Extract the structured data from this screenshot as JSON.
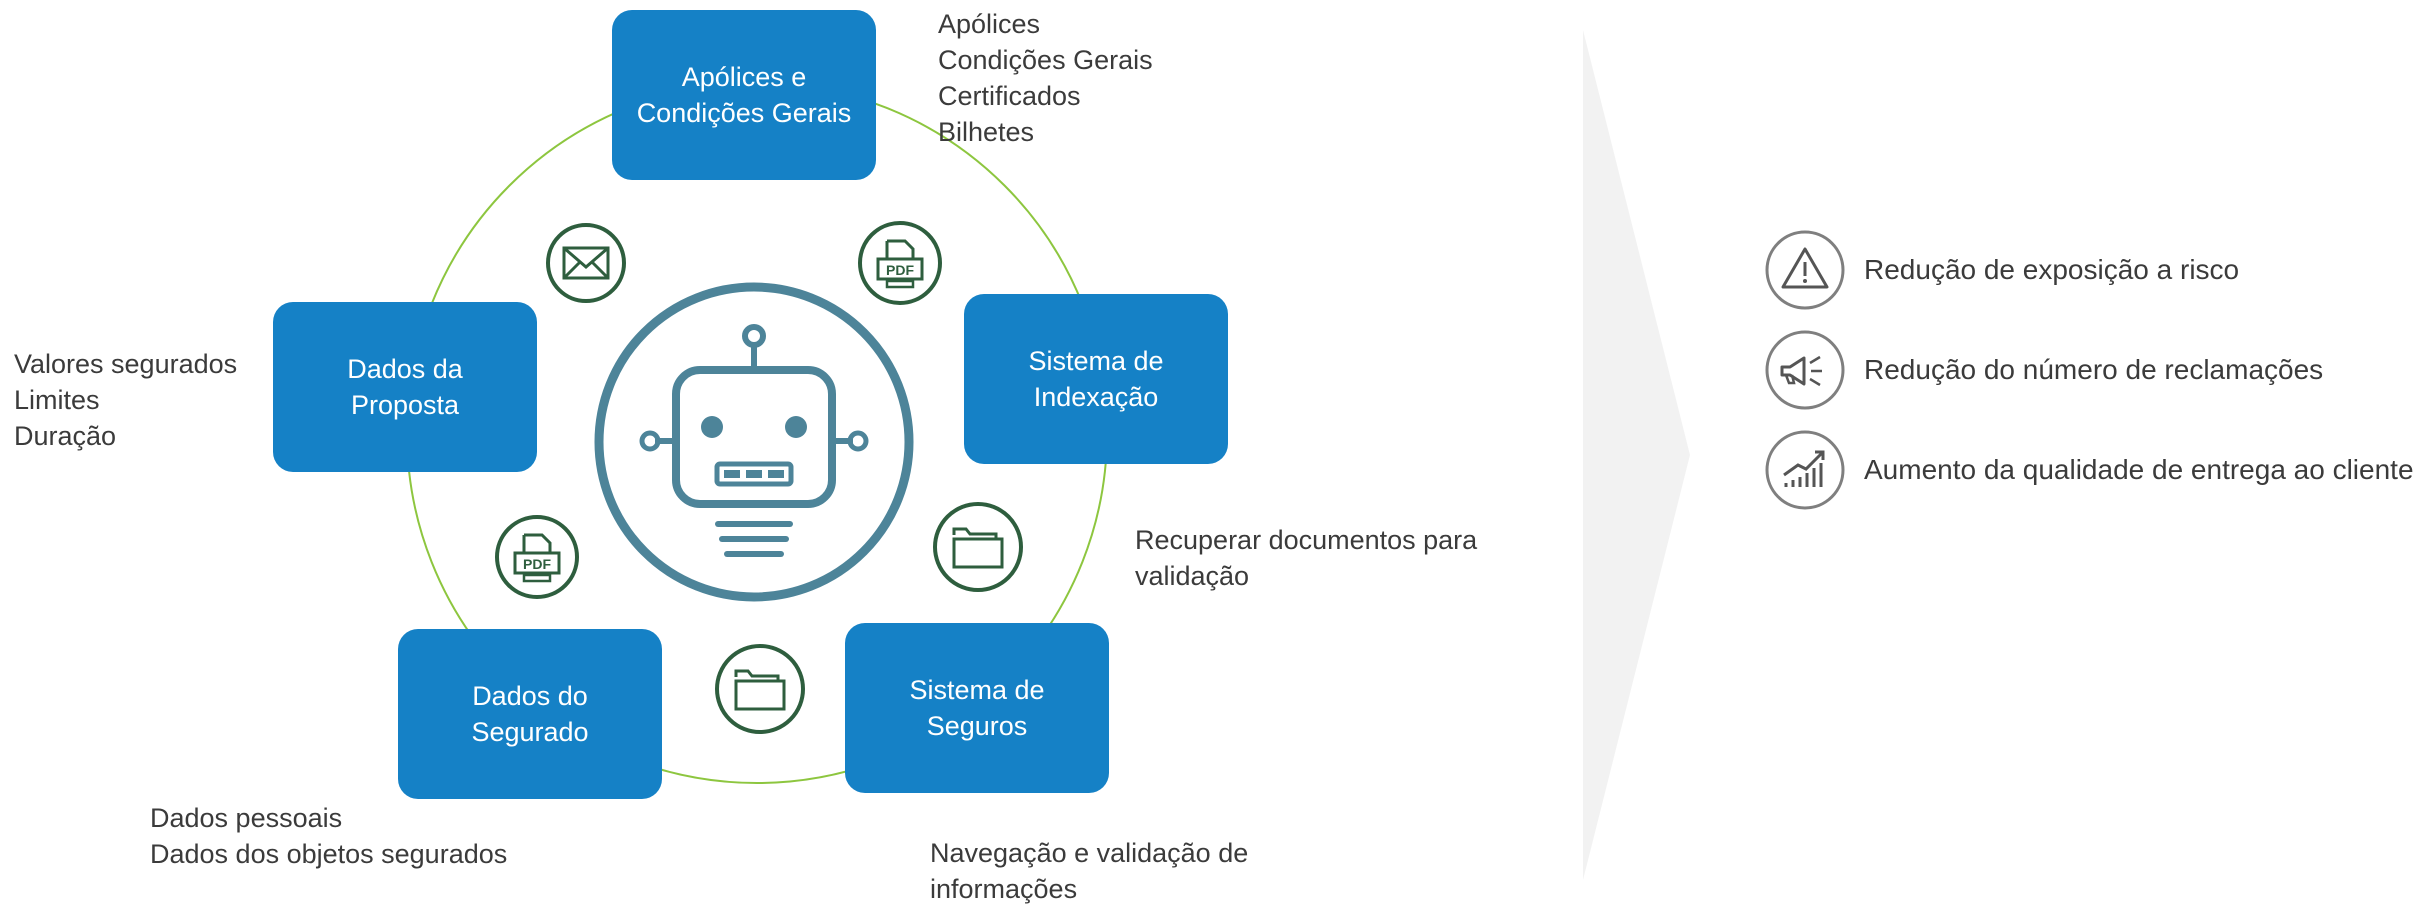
{
  "colors": {
    "box_blue": "#1581c6",
    "cycle_green": "#8dc63f",
    "icon_green": "#2e5e3e",
    "robot_teal": "#4d8499",
    "text_gray": "#3b3b3b",
    "arrow_gray": "#f2f2f2",
    "benefit_icon_gray": "#7f7f7f"
  },
  "center": {
    "icon": "robot-icon"
  },
  "nodes": [
    {
      "id": "apolices",
      "label": "Apólices e\nCondições Gerais"
    },
    {
      "id": "indexacao",
      "label": "Sistema de\nIndexação"
    },
    {
      "id": "seguros",
      "label": "Sistema de\nSeguros"
    },
    {
      "id": "segurado",
      "label": "Dados do\nSegurado"
    },
    {
      "id": "proposta",
      "label": "Dados da\nProposta"
    }
  ],
  "connector_icons": [
    "pdf-icon",
    "folder-icon",
    "folder-icon",
    "pdf-icon",
    "mail-icon"
  ],
  "annotations": {
    "apolices": [
      "Apólices",
      "Condições Gerais",
      "Certificados",
      "Bilhetes"
    ],
    "indexacao": [
      "Recuperar documentos para",
      "validação"
    ],
    "seguros": [
      "Navegação e validação de",
      "informações"
    ],
    "segurado": [
      "Dados pessoais",
      "Dados dos objetos segurados"
    ],
    "proposta": [
      "Valores segurados",
      "Limites",
      "Duração"
    ]
  },
  "benefits": [
    {
      "icon": "warning-icon",
      "text": "Redução de exposição a risco"
    },
    {
      "icon": "megaphone-icon",
      "text": "Redução do número de reclamações"
    },
    {
      "icon": "growth-chart-icon",
      "text": "Aumento da qualidade de entrega ao cliente"
    }
  ]
}
